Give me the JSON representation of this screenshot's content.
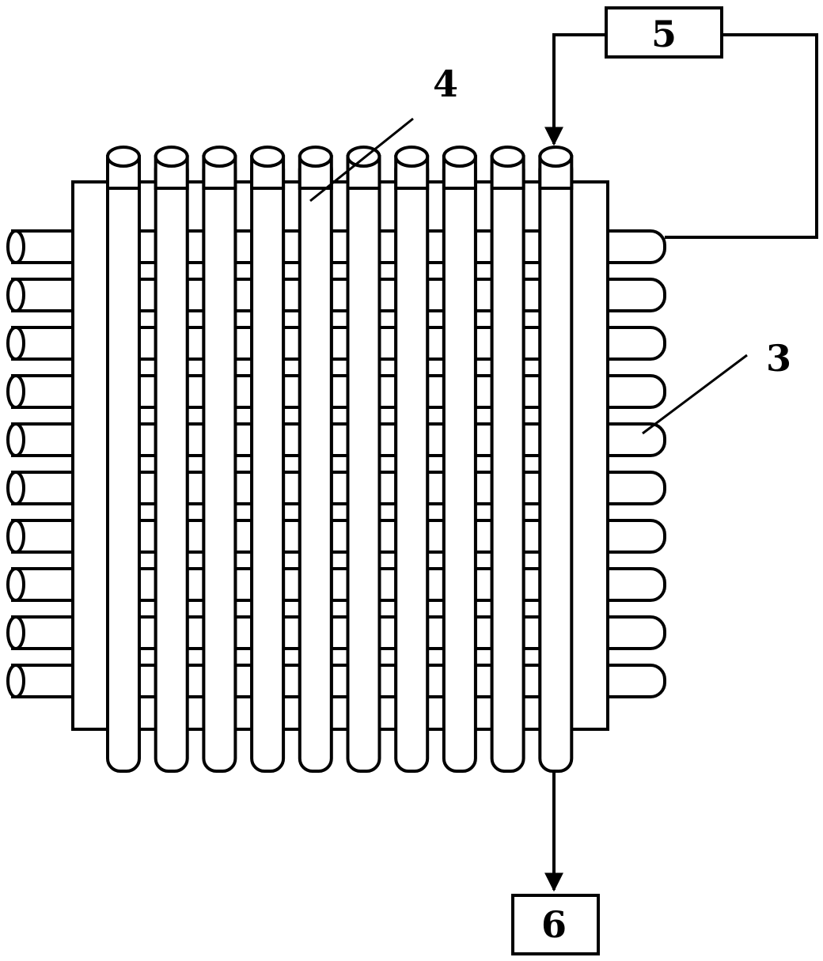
{
  "labels": {
    "vertical_tube": "4",
    "horizontal_tube": "3",
    "top_box": "5",
    "bottom_box": "6"
  },
  "counts": {
    "vertical_tubes": 10,
    "horizontal_tubes": 10
  }
}
